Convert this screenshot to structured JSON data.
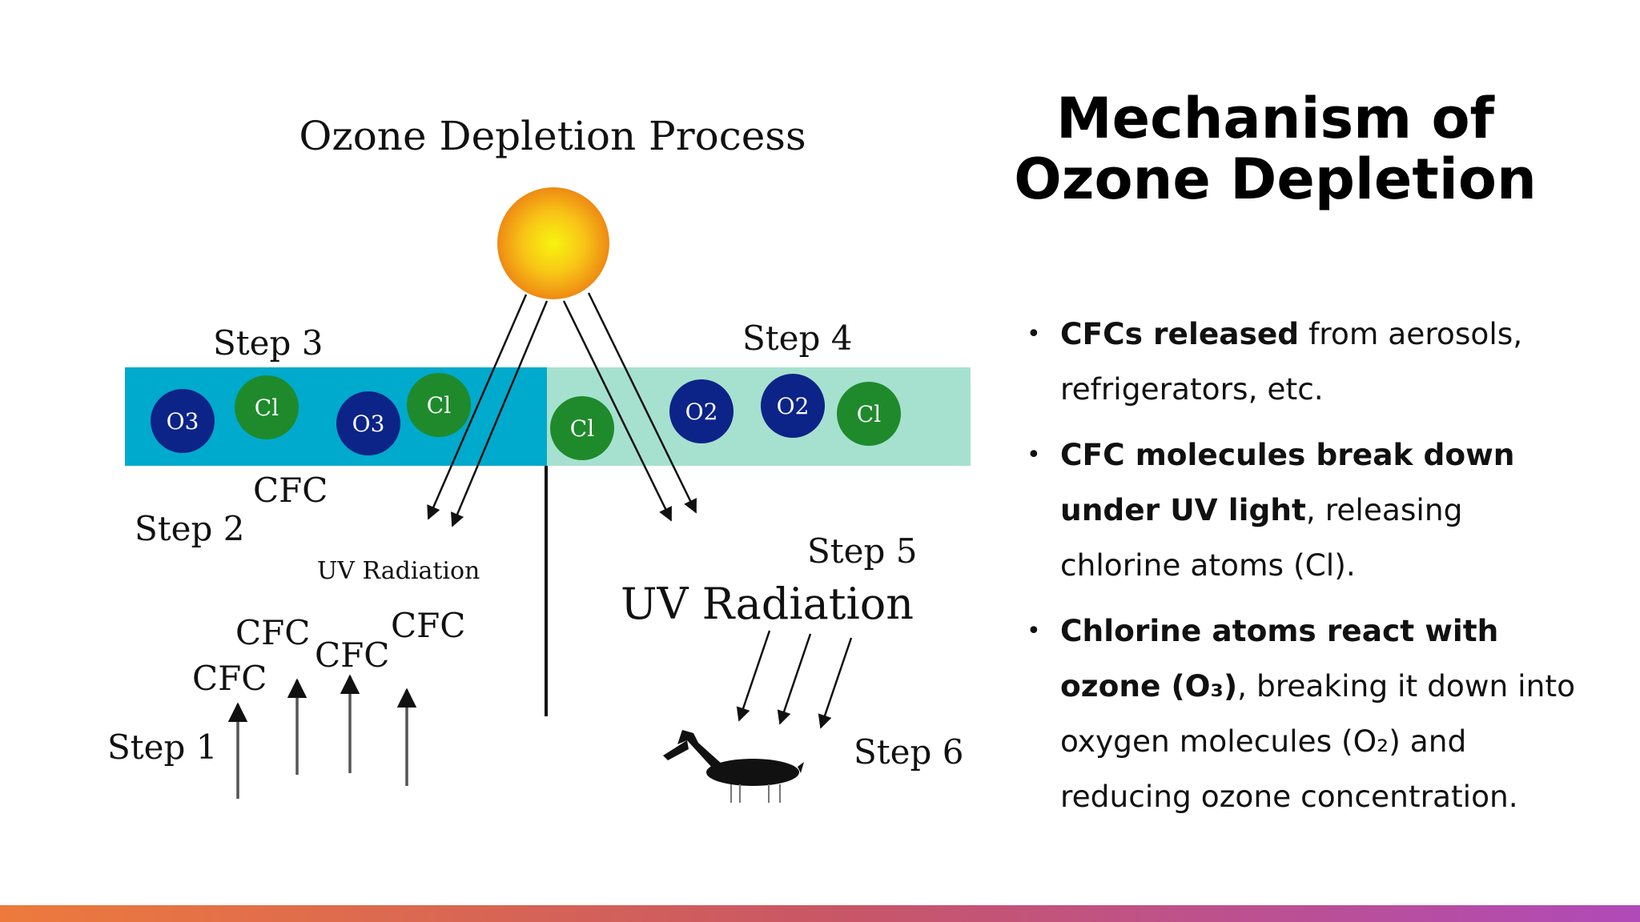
{
  "diagram": {
    "title": "Ozone Depletion Process",
    "step_labels": [
      "Step 1",
      "Step 2",
      "Step 3",
      "Step 4",
      "Step 5",
      "Step 6"
    ],
    "cfc_label": "CFC",
    "uv_label": "UV Radiation",
    "molecules": {
      "left_layer": [
        "O3",
        "Cl",
        "O3",
        "Cl"
      ],
      "right_layer": [
        "Cl",
        "O2",
        "O2",
        "Cl"
      ]
    },
    "colors": {
      "left_layer": "#00aacc",
      "right_layer": "#a6e1cf",
      "ozone_molecule": "#0c2388",
      "chlorine_molecule": "#1f8a2c",
      "sun": "#f7a81c"
    }
  },
  "slide": {
    "title_line1": "Mechanism of",
    "title_line2": "Ozone Depletion",
    "bullets": [
      {
        "bold": "CFCs released",
        "text": " from aerosols, refrigerators, etc."
      },
      {
        "bold": "CFC molecules break down under UV light",
        "text": ", releasing chlorine atoms (Cl)."
      },
      {
        "bold": "Chlorine atoms react with ozone (O₃)",
        "text": ", breaking it down into oxygen molecules (O₂) and reducing ozone concentration."
      }
    ]
  },
  "accent_bar_colors": [
    "#ed7a3c",
    "#c95765",
    "#b04ab8"
  ]
}
